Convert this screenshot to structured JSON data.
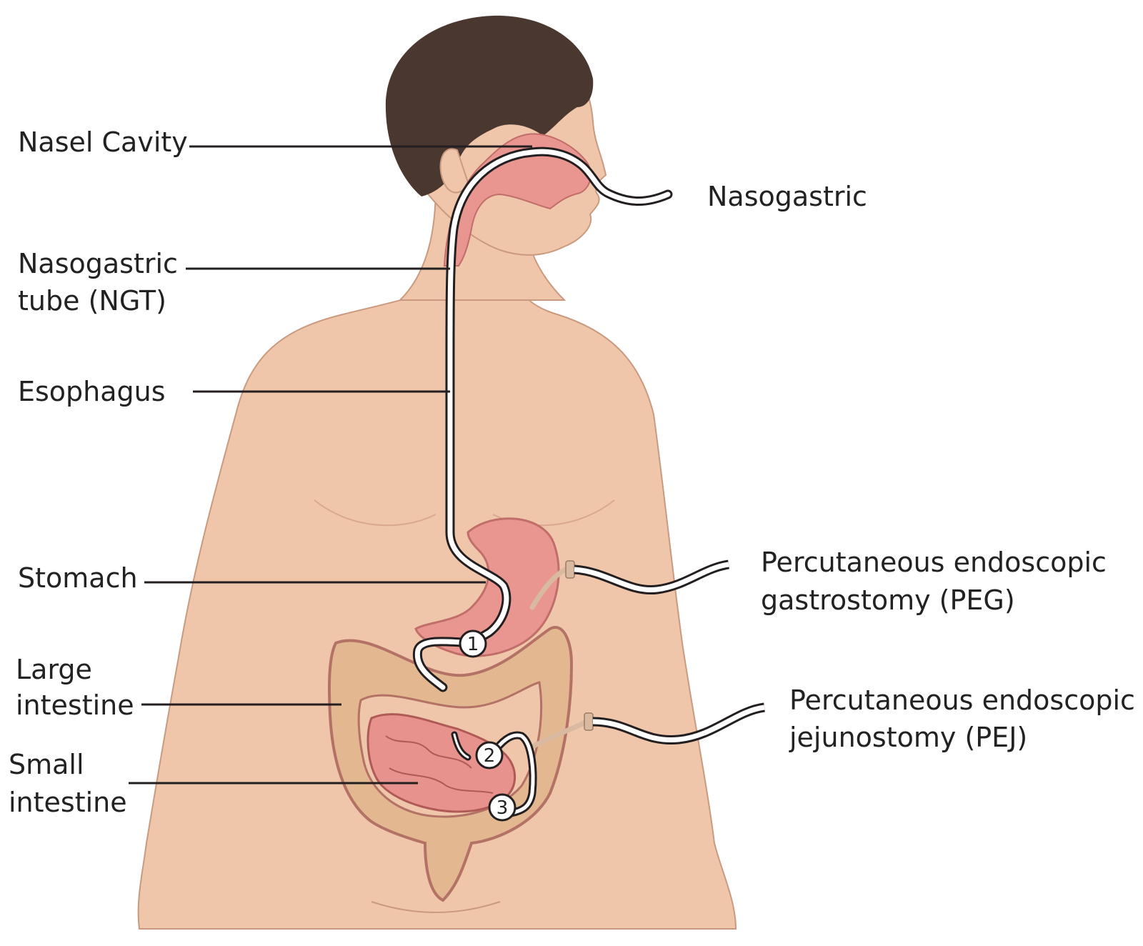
{
  "labels": {
    "nasal_cavity": "Nasel Cavity",
    "nasogastric": "Nasogastric",
    "ngt": [
      "Nasogastric",
      "tube (NGT)"
    ],
    "esophagus": "Esophagus",
    "stomach": "Stomach",
    "peg": [
      "Percutaneous endoscopic",
      "gastrostomy (PEG)"
    ],
    "large_intestine": [
      "Large",
      "intestine"
    ],
    "pej": [
      "Percutaneous endoscopic",
      "jejunostomy  (PEJ)"
    ],
    "small_intestine": [
      "Small",
      "intestine"
    ]
  },
  "markers": [
    "1",
    "2",
    "3"
  ],
  "colors": {
    "hair": "#4a3730",
    "skin": "#efc6aa",
    "skin_outline": "#c99a80",
    "mucosa": "#e99590",
    "intestine": "#e3b790",
    "intestine_outline": "#b47266",
    "tube_fill": "#ffffff",
    "tube_outline": "#231f20",
    "leader_line": "#231f20"
  }
}
